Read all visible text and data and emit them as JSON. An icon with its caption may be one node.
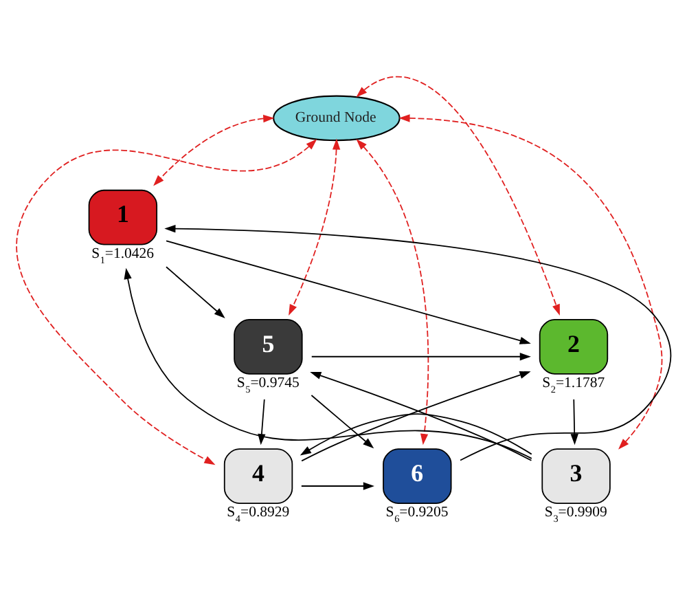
{
  "diagram": {
    "nodes": [
      {
        "text": [
          "Ground Node"
        ]
      },
      {
        "text": [
          "1"
        ],
        "beside": [
          "S$_{1}$=1.0426"
        ]
      },
      {
        "text": [
          "2"
        ],
        "beside": [
          "S$_{2}$=1.1787"
        ]
      },
      {
        "text": [
          "3"
        ],
        "beside": [
          "S$_{3}$=0.9909"
        ]
      },
      {
        "text": [
          "4"
        ],
        "beside": [
          "S$_{4}$=0.8929"
        ]
      },
      {
        "text": [
          "5"
        ],
        "beside": [
          "S$_{5}$=0.9745"
        ]
      },
      {
        "text": [
          "6"
        ],
        "beside": [
          "S$_{6}$=0.9205"
        ]
      }
    ],
    "edges": [
      {
        "from": 0,
        "to": 1,
        "arrow": "both",
        "style": "dashed",
        "color": "#e02020"
      },
      {
        "from": 0,
        "to": 5,
        "arrow": "both",
        "style": "dashed",
        "color": "#e02020"
      },
      {
        "from": 0,
        "to": 2,
        "arrow": "both",
        "style": "dashed",
        "color": "#e02020"
      },
      {
        "from": 0,
        "to": 4,
        "arrow": "both",
        "style": "dashed",
        "color": "#e02020"
      },
      {
        "from": 0,
        "to": 6,
        "arrow": "both",
        "style": "dashed",
        "color": "#e02020"
      },
      {
        "from": 0,
        "to": 3,
        "arrow": "both",
        "style": "dashed",
        "color": "#e02020"
      },
      {
        "from": 1,
        "to": 5,
        "arrow": "to"
      },
      {
        "from": 1,
        "to": 2,
        "arrow": "to"
      },
      {
        "from": 5,
        "to": 2,
        "arrow": "to"
      },
      {
        "from": 5,
        "to": 6,
        "arrow": "to"
      },
      {
        "from": 6,
        "to": 1,
        "arrow": "to"
      },
      {
        "from": 3,
        "to": 1,
        "arrow": "to"
      },
      {
        "from": 3,
        "to": 5,
        "arrow": "to"
      },
      {
        "from": 4,
        "to": 6,
        "arrow": "to"
      },
      {
        "from": 4,
        "to": 2,
        "arrow": "to"
      },
      {
        "from": 2,
        "to": 3,
        "arrow": "to"
      },
      {
        "from": 3,
        "to": 4,
        "arrow": "to"
      },
      {
        "from": 5,
        "to": 4,
        "arrow": "to"
      }
    ]
  }
}
